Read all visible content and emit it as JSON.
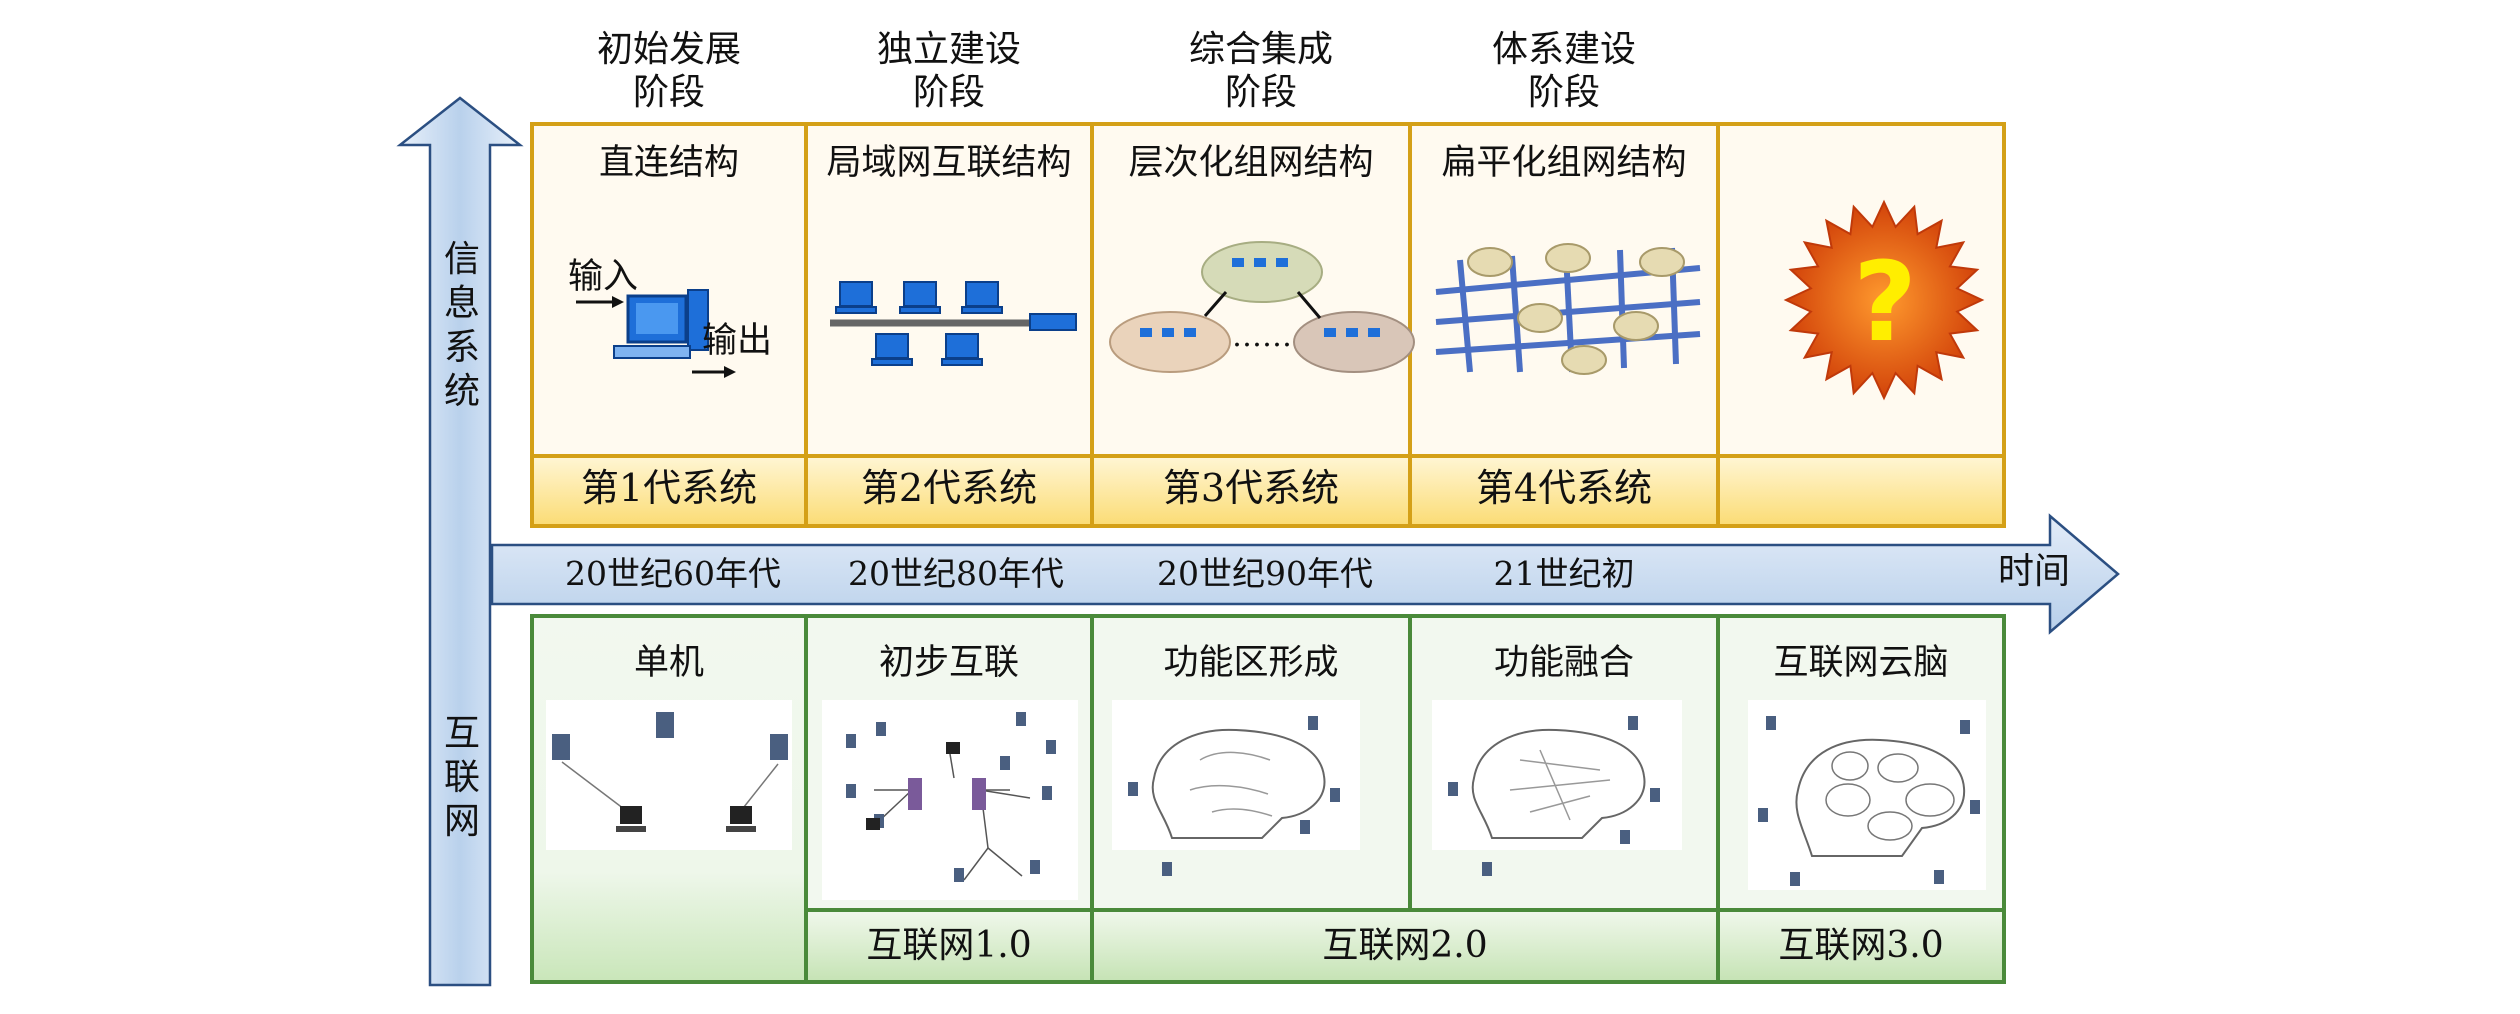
{
  "stages": [
    {
      "line1": "初始发展",
      "line2": "阶段"
    },
    {
      "line1": "独立建设",
      "line2": "阶段"
    },
    {
      "line1": "综合集成",
      "line2": "阶段"
    },
    {
      "line1": "体系建设",
      "line2": "阶段"
    }
  ],
  "structures": [
    "直连结构",
    "局域网互联结构",
    "层次化组网结构",
    "扁平化组网结构"
  ],
  "generations": [
    "第1代系统",
    "第2代系统",
    "第3代系统",
    "第4代系统"
  ],
  "io_labels": {
    "input": "输入",
    "output": "输出"
  },
  "unknown_mark": "?",
  "eras": [
    "20世纪60年代",
    "20世纪80年代",
    "20世纪90年代",
    "21世纪初"
  ],
  "time_label": "时间",
  "axis_top_label": "信息系统",
  "axis_bottom_label": "互联网",
  "internet_stages": [
    "单机",
    "初步互联",
    "功能区形成",
    "功能融合",
    "互联网云脑"
  ],
  "internet_versions": [
    "互联网1.0",
    "互联网2.0",
    "互联网3.0"
  ],
  "colors": {
    "top_border": "#d4a017",
    "top_fill": "#fffaf0",
    "gen_fill": "#fde8a3",
    "bottom_border": "#4a8a3a",
    "bottom_fill": "#f2f8ef",
    "arrow_fill": "#c9dcf0",
    "arrow_stroke": "#2b4f82",
    "computer_blue": "#1e6fd9",
    "star_orange": "#e8600a",
    "question_yellow": "#ffee00"
  }
}
